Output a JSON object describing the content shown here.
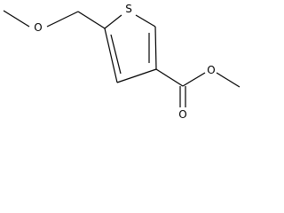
{
  "molecule": {
    "atoms": {
      "sulfur": "S",
      "ether_oxygen": "O",
      "ester_alkoxy_oxygen": "O",
      "carbonyl_oxygen": "O"
    }
  }
}
